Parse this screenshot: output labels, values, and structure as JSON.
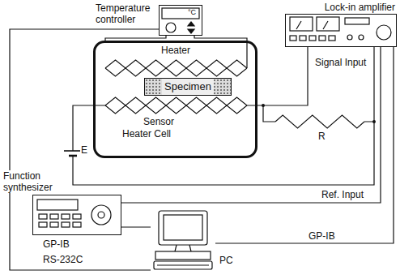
{
  "diagram": {
    "nodes": [
      {
        "text": [
          "Temperature controller"
        ]
      },
      {
        "text": [
          "Lock-in amplifier"
        ]
      },
      {
        "text": [
          "Heater Cell"
        ]
      },
      {
        "text": [
          "Specimen"
        ],
        "in": 2
      },
      {
        "text": [
          "Function synthesizer"
        ]
      },
      {
        "text": [
          "PC"
        ]
      }
    ],
    "edges": [
      {
        "from": 0,
        "to": 2,
        "arrow": "none"
      },
      {
        "from": 4,
        "to": 5,
        "label": "GP-IB",
        "arrow": "none"
      },
      {
        "from": 5,
        "to": 1,
        "label": "GP-IB",
        "arrow": "none"
      },
      {
        "from": 5,
        "to": 0,
        "label": "RS-232C",
        "arrow": "none"
      },
      {
        "from": 4,
        "to": 1,
        "label": "Ref. Input",
        "arrow": "none"
      }
    ],
    "labels": [
      "°C",
      "Heater",
      "Sensor",
      "Signal Input",
      "R",
      "E"
    ]
  }
}
